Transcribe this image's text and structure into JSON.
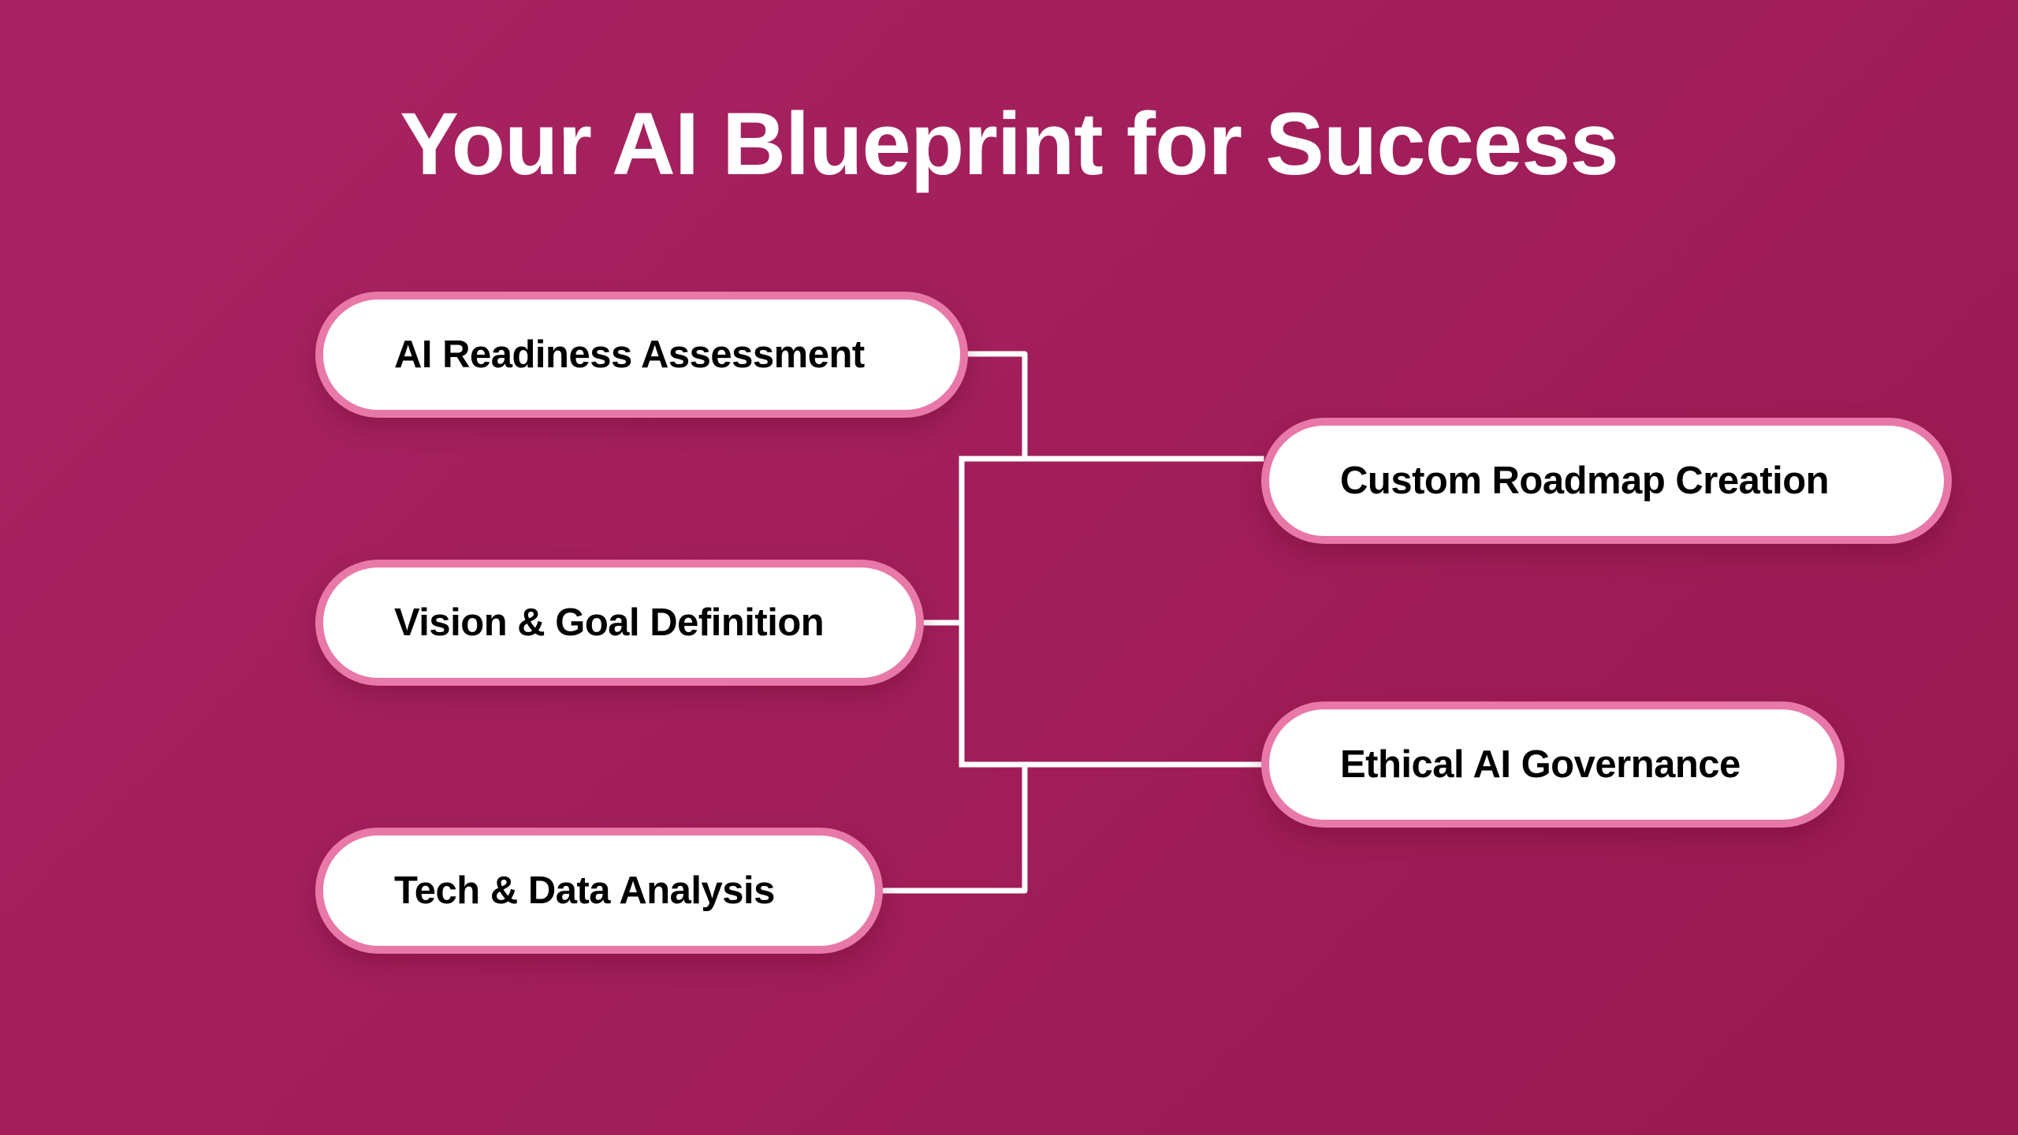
{
  "title": "Your AI Blueprint for Success",
  "colors": {
    "background_start": "#A82362",
    "background_end": "#99184F",
    "node_border": "#E878A8",
    "node_fill": "#FFFFFF",
    "connector": "#FFFFFF",
    "title_text": "#FFFFFF",
    "node_text": "#000000"
  },
  "nodes": {
    "left": [
      {
        "label": "AI Readiness Assessment"
      },
      {
        "label": "Vision & Goal Definition"
      },
      {
        "label": "Tech & Data Analysis"
      }
    ],
    "right": [
      {
        "label": "Custom Roadmap Creation"
      },
      {
        "label": "Ethical AI Governance"
      }
    ]
  },
  "edges": [
    {
      "from": "AI Readiness Assessment",
      "to": "Custom Roadmap Creation"
    },
    {
      "from": "Vision & Goal Definition",
      "to": "Custom Roadmap Creation"
    },
    {
      "from": "Vision & Goal Definition",
      "to": "Ethical AI Governance"
    },
    {
      "from": "Tech & Data Analysis",
      "to": "Ethical AI Governance"
    }
  ]
}
